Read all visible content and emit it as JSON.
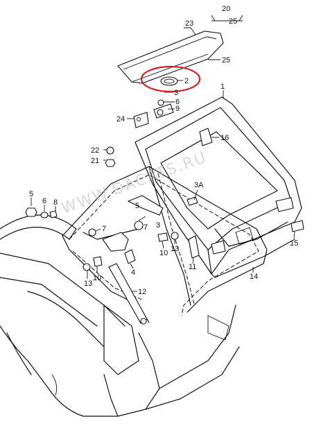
{
  "watermark": "WWW.DACATS.RU",
  "highlight_color": "#d42020",
  "callouts": {
    "c1": "1",
    "c2": "2",
    "c3a": "3",
    "c3b": "3",
    "c3A": "3A",
    "c4": "4",
    "c5a": "5",
    "c5b": "5",
    "c6a": "6",
    "c6b": "6",
    "c7a": "7",
    "c7b": "7",
    "c8": "8",
    "c9": "9",
    "c10a": "10",
    "c10b": "10",
    "c11": "11",
    "c12": "12",
    "c13a": "13",
    "c13b": "13",
    "c14": "14",
    "c15": "15",
    "c16": "16",
    "c20": "20",
    "c21": "21",
    "c22": "22",
    "c23": "23",
    "c24": "24",
    "c25a": "25",
    "c25b": "25"
  }
}
